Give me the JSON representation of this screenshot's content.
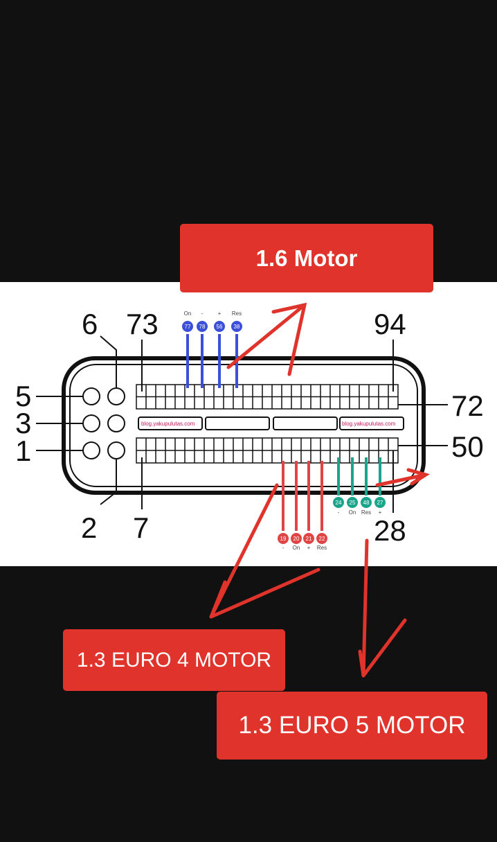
{
  "labels": {
    "motor16": "1.6 Motor",
    "euro4": "1.3 EURO 4 MOTOR",
    "euro5": "1.3 EURO 5 MOTOR"
  },
  "pin_numbers": {
    "p6": "6",
    "p73": "73",
    "p94": "94",
    "p5": "5",
    "p3": "3",
    "p1": "1",
    "p72": "72",
    "p50": "50",
    "p2": "2",
    "p7": "7",
    "p28": "28"
  },
  "watermark": "blog.yakupulutas.com",
  "blue_pins": [
    {
      "num": "77",
      "fn": "On"
    },
    {
      "num": "78",
      "fn": "-"
    },
    {
      "num": "56",
      "fn": "+"
    },
    {
      "num": "38",
      "fn": "Res"
    }
  ],
  "red_pins": [
    {
      "num": "19",
      "fn": "-"
    },
    {
      "num": "20",
      "fn": "On"
    },
    {
      "num": "21",
      "fn": "+"
    },
    {
      "num": "22",
      "fn": "Res"
    }
  ],
  "green_pins": [
    {
      "num": "24",
      "fn": "-"
    },
    {
      "num": "25",
      "fn": "On"
    },
    {
      "num": "48",
      "fn": "Res"
    },
    {
      "num": "27",
      "fn": "+"
    }
  ],
  "colors": {
    "blue": "#3b4fd8",
    "red": "#e04444",
    "green": "#1aa58a",
    "label": "#e0332b"
  }
}
